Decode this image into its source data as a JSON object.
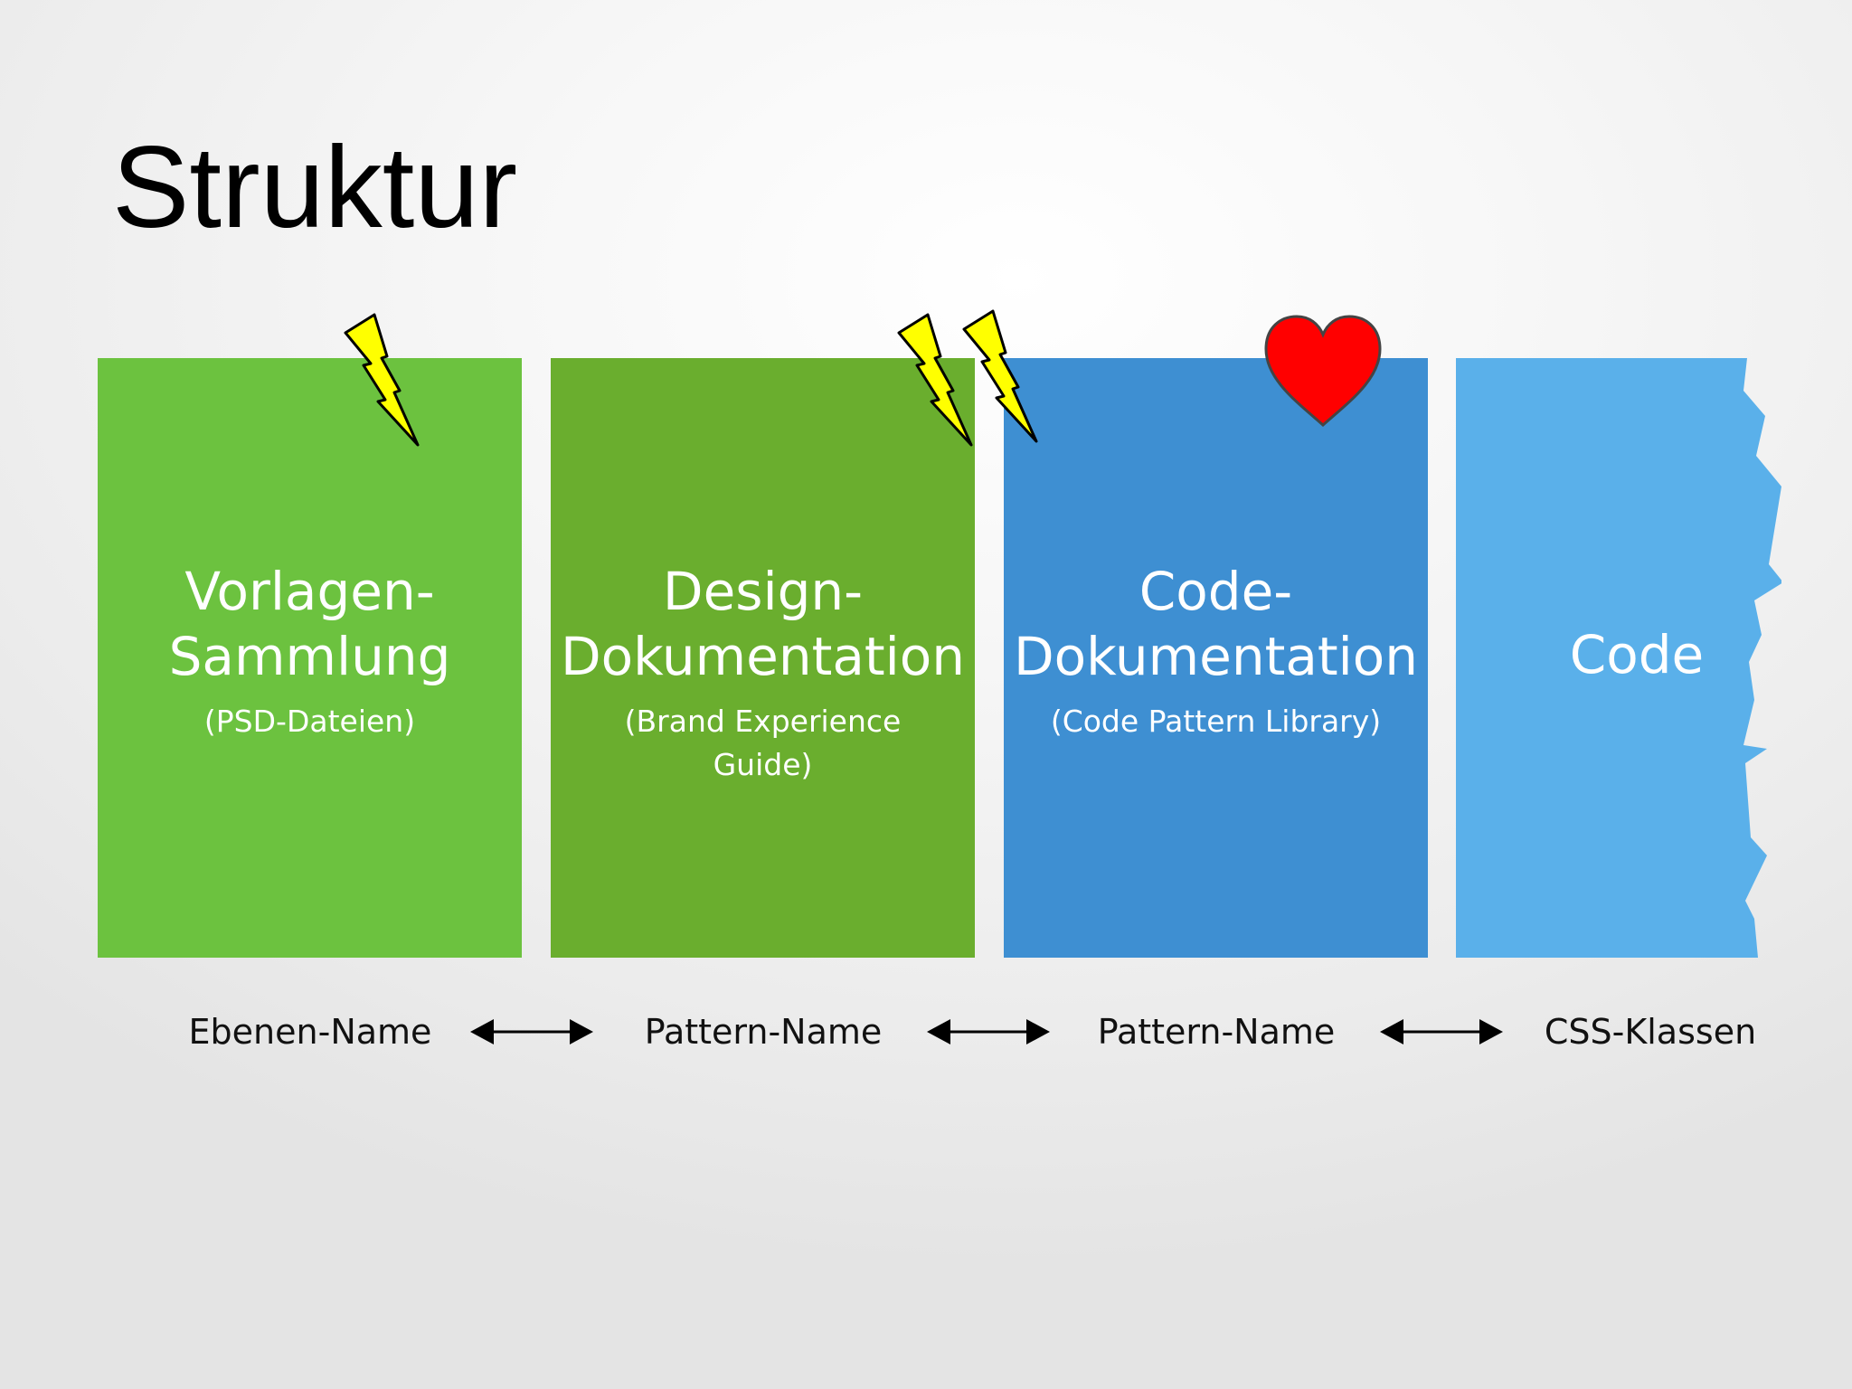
{
  "slide": {
    "title": "Struktur"
  },
  "boxes": [
    {
      "main": "Vorlagen-\nSammlung",
      "sub": "(PSD-Dateien)",
      "color": "#6cc23f"
    },
    {
      "main": "Design-\nDokumentation",
      "sub": "(Brand Experience\nGuide)",
      "color": "#6aae2e"
    },
    {
      "main": "Code-\nDokumentation",
      "sub": "(Code Pattern Library)",
      "color": "#3e8fd2"
    },
    {
      "main": "Code",
      "color": "#5ab0ea"
    }
  ],
  "mapping": {
    "labels": [
      "Ebenen-Name",
      "Pattern-Name",
      "Pattern-Name",
      "CSS-Klassen"
    ]
  },
  "decorations": {
    "lightning_color": "#ffff00",
    "heart_color": "#ff0000"
  }
}
